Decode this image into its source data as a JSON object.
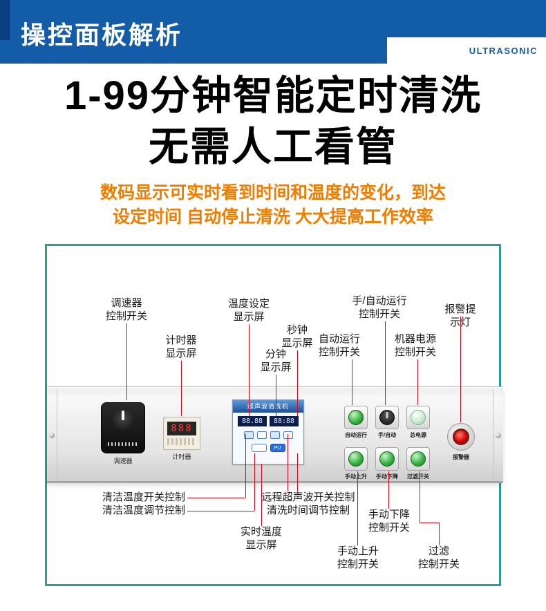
{
  "header": {
    "title": "操控面板解析",
    "brand": "ULTRASONIC"
  },
  "headline": {
    "line1": "1-99分钟智能定时清洗",
    "line2": "无需人工看管"
  },
  "subtitle": {
    "line1": "数码显示可实时看到时间和温度的变化，到达",
    "line2": "设定时间 自动停止清洗 大大提高工作效率"
  },
  "diagram": {
    "callouts_top": [
      {
        "label": "调速器\n控制开关"
      },
      {
        "label": "计时器\n显示屏"
      },
      {
        "label": "温度设定\n显示屏"
      },
      {
        "label": "秒钟\n显示屏"
      },
      {
        "label": "分钟\n显示屏"
      },
      {
        "label": "手/自动运行\n控制开关"
      },
      {
        "label": "自动运行\n控制开关"
      },
      {
        "label": "机器电源\n控制开关"
      },
      {
        "label": "报警提示灯"
      }
    ],
    "callouts_bottom": [
      {
        "label": "清洁温度开关控制\n清洁温度调节控制"
      },
      {
        "label": "实时温度\n显示屏"
      },
      {
        "label": "远程超声波开关控制\n清洗时间调节控制"
      },
      {
        "label": "手动下降\n控制开关"
      },
      {
        "label": "手动上升\n控制开关"
      },
      {
        "label": "过滤\n控制开关"
      }
    ],
    "panel": {
      "speed_knob_label": "调速器",
      "timer_label": "计时器",
      "timer_digits": "888",
      "controller_title": "超声波清洗机",
      "display_left": "88.88",
      "display_right": "88:88",
      "pu_button": "PU",
      "buttons_row1": [
        "自动运行",
        "手/自动",
        "总电源"
      ],
      "buttons_row2": [
        "手动上升",
        "手动下降",
        "过滤开关"
      ],
      "alarm_label": "报警器"
    }
  },
  "colors": {
    "header_blue": "#145ca8",
    "accent_orange": "#f07c00",
    "diagram_border_teal": "#2f9a96",
    "callout_line_red": "#e60012",
    "button_green": "#2fae3a",
    "alarm_red": "#d40000"
  }
}
